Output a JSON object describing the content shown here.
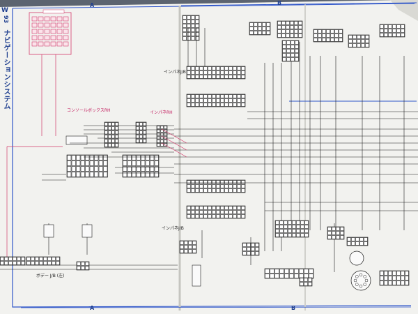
{
  "page": {
    "id_letter": "W",
    "id_num": "93",
    "system_title": "ナビゲーションシステム"
  },
  "zones": [
    "A",
    "B"
  ],
  "modules": [
    {
      "label": "コンソールボックスRH"
    },
    {
      "label": "インパネRH"
    },
    {
      "label": "インパネJ/B"
    },
    {
      "label": "インパネJ/B"
    },
    {
      "label": "ボデー J/B (左)"
    }
  ],
  "colors": {
    "page": "#f3f3f1",
    "wire": "#1a1a1a",
    "pink_wire": "#d23a6a",
    "blue_frame": "#2e55c9",
    "connector": "#fafafa"
  }
}
